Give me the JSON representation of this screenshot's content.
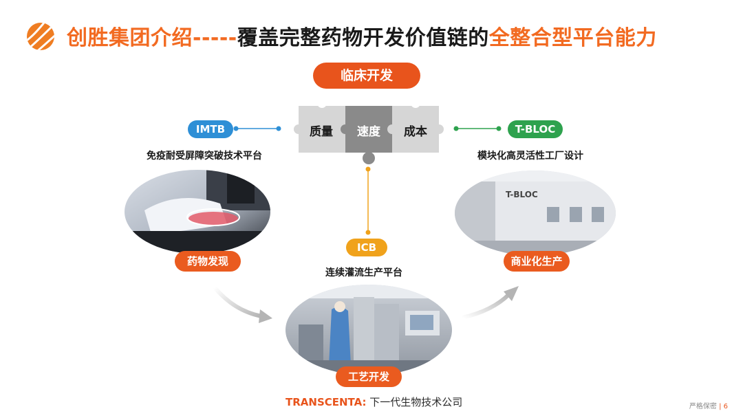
{
  "title": {
    "part1": "创胜集团介绍-----",
    "part2": "覆盖完整药物开发价值链的",
    "part3": "全整合型平台能力"
  },
  "center": {
    "top_pill": "临床开发",
    "puzzle": [
      "质量",
      "速度",
      "成本"
    ]
  },
  "platforms": {
    "left": {
      "tag": "IMTB",
      "subtitle": "免疫耐受屏障突破技术平台",
      "stage": "药物发现"
    },
    "right": {
      "tag": "T-BLOC",
      "subtitle": "模块化高灵活性工厂设计",
      "stage": "商业化生产",
      "wall_sign": "T-BLOC"
    },
    "bottom": {
      "tag": "ICB",
      "subtitle": "连续灌流生产平台",
      "stage": "工艺开发"
    }
  },
  "footer": {
    "brand": "TRANSCENTA:",
    "text": " 下一代生物技术公司",
    "confidential": "严格保密",
    "separator": "|",
    "page": "6"
  },
  "colors": {
    "accent_orange": "#e8541c",
    "blue": "#2e8fd6",
    "green": "#2ea24e",
    "amber": "#f0a21b",
    "puzzle_light": "#d6d6d6",
    "puzzle_dark": "#8a8a8a"
  }
}
